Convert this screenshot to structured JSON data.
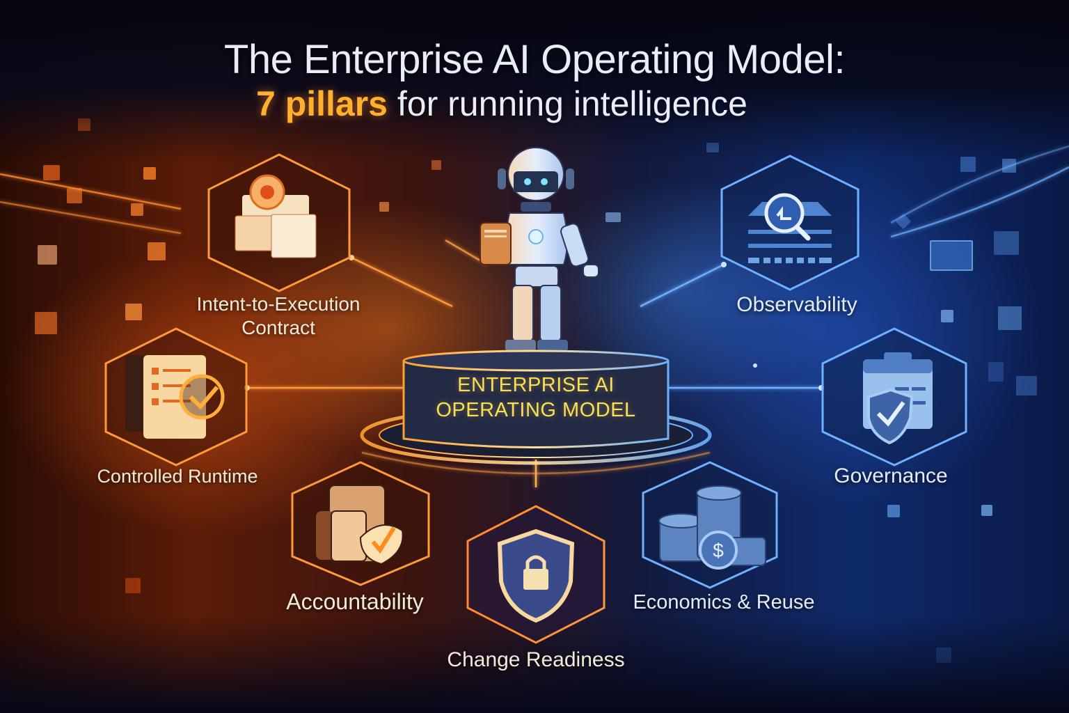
{
  "header": {
    "title": "The Enterprise AI Operating Model:",
    "subtitle_accent": "7 pillars",
    "subtitle_rest": " for running intelligence"
  },
  "center": {
    "line1": "ENTERPRISE AI",
    "line2": "OPERATING MODEL",
    "figure": "robot-holding-document"
  },
  "pillars": [
    {
      "label_line1": "Intent-to-Execution",
      "label_line2": "Contract",
      "icon": "documents-with-gear-icon",
      "theme": "orange"
    },
    {
      "label_line1": "Controlled Runtime",
      "icon": "checklist-clipboard-icon",
      "theme": "orange"
    },
    {
      "label_line1": "Accountability",
      "icon": "briefcase-with-check-icon",
      "theme": "orange"
    },
    {
      "label_line1": "Change Readiness",
      "icon": "shield-lock-icon",
      "theme": "orange-blue"
    },
    {
      "label_line1": "Economics & Reuse",
      "icon": "coin-stacks-icon",
      "theme": "blue"
    },
    {
      "label_line1": "Governance",
      "icon": "clipboard-shield-check-icon",
      "theme": "blue"
    },
    {
      "label_line1": "Observability",
      "icon": "dashboard-magnifier-icon",
      "theme": "blue"
    }
  ],
  "colors": {
    "orange_accent": "#ff9a2e",
    "orange_glow": "#ff7a1a",
    "blue_accent": "#6fb0ff",
    "title_text": "#e9edf7",
    "pedestal_text": "#f7df5a",
    "subtitle_accent": "#ffb02e"
  }
}
